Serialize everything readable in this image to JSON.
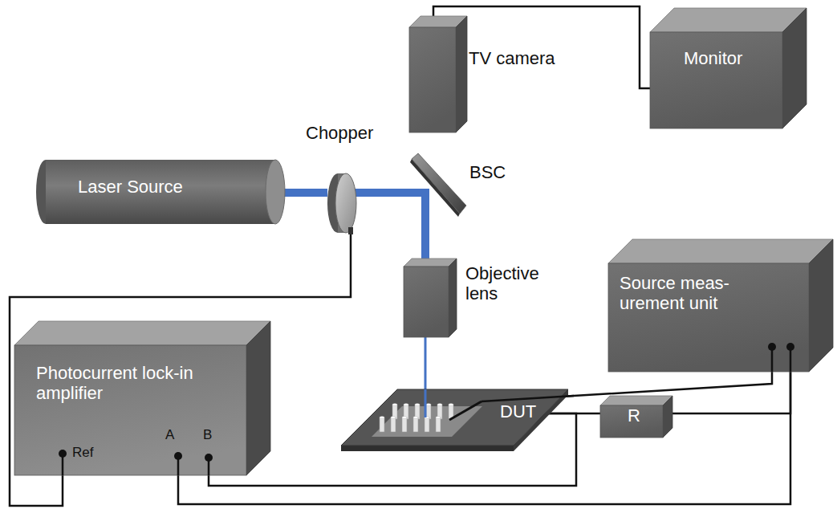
{
  "diagram": {
    "nodes": [
      {
        "text": [
          "TV camera"
        ]
      },
      {
        "text": [
          "Monitor"
        ]
      },
      {
        "text": [
          "Chopper"
        ]
      },
      {
        "text": [
          "Laser Source"
        ]
      },
      {
        "text": [
          "BSC"
        ]
      },
      {
        "text": [
          "Objective lens"
        ]
      },
      {
        "text": [
          "Source meas- urement unit"
        ]
      },
      {
        "text": [
          "Photocurrent lock-in amplifier"
        ]
      },
      {
        "text": [
          "DUT"
        ]
      },
      {
        "text": [
          "R"
        ]
      }
    ],
    "edges": [
      {
        "from": 3,
        "to": 2,
        "arrow": "none"
      },
      {
        "from": 2,
        "to": 4,
        "arrow": "none"
      },
      {
        "from": 4,
        "to": 5,
        "arrow": "none"
      },
      {
        "from": 5,
        "to": 8,
        "arrow": "none"
      },
      {
        "from": 0,
        "to": 1,
        "arrow": "none"
      },
      {
        "from": 2,
        "to": 7,
        "arrow": "none"
      },
      {
        "from": 8,
        "to": 6,
        "arrow": "none"
      },
      {
        "from": 8,
        "to": 9,
        "arrow": "none"
      },
      {
        "from": 9,
        "to": 6,
        "arrow": "none"
      },
      {
        "from": 7,
        "to": 6,
        "arrow": "none"
      },
      {
        "from": 7,
        "to": 8,
        "arrow": "none"
      }
    ],
    "labels": [
      "Ref",
      "A",
      "B"
    ]
  }
}
